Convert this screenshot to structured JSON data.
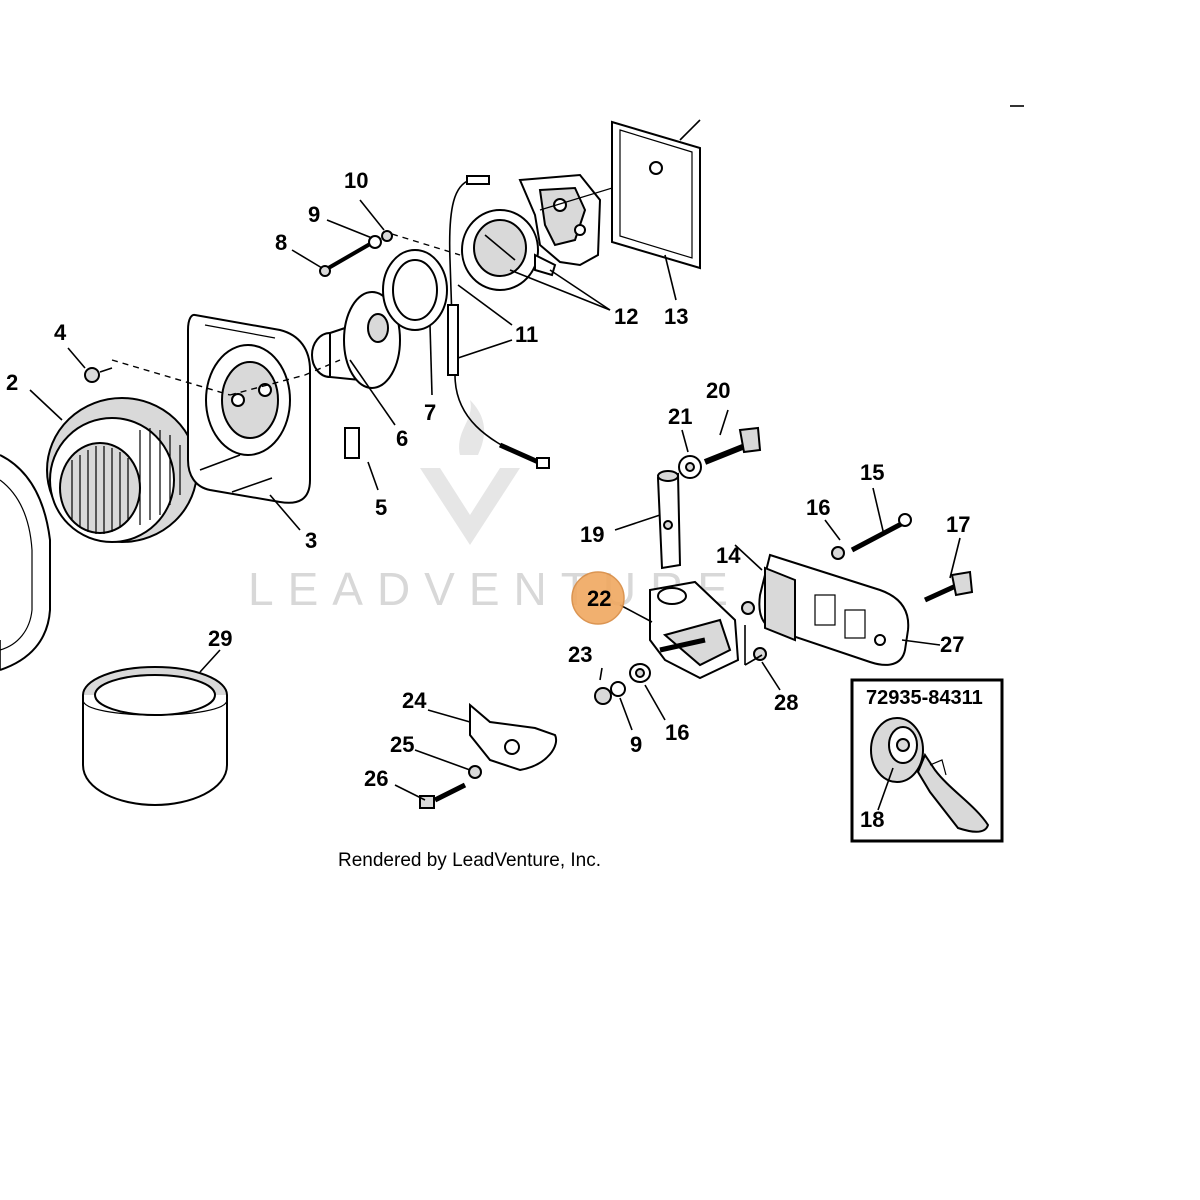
{
  "watermark": {
    "brand": "LEADVENTURE"
  },
  "highlight": {
    "part": "22"
  },
  "kit_box": {
    "part_number": "72935-84311",
    "callout": "18"
  },
  "credit": "Rendered by LeadVenture, Inc.",
  "callouts": {
    "p2": "2",
    "p3": "3",
    "p4": "4",
    "p5": "5",
    "p6": "6",
    "p7": "7",
    "p8": "8",
    "p9a": "9",
    "p9b": "9",
    "p10": "10",
    "p11": "11",
    "p12": "12",
    "p13": "13",
    "p14": "14",
    "p15": "15",
    "p16a": "16",
    "p16b": "16",
    "p17": "17",
    "p19": "19",
    "p20": "20",
    "p21": "21",
    "p22": "22",
    "p23": "23",
    "p24": "24",
    "p25": "25",
    "p26": "26",
    "p27": "27",
    "p28": "28",
    "p29": "29"
  }
}
